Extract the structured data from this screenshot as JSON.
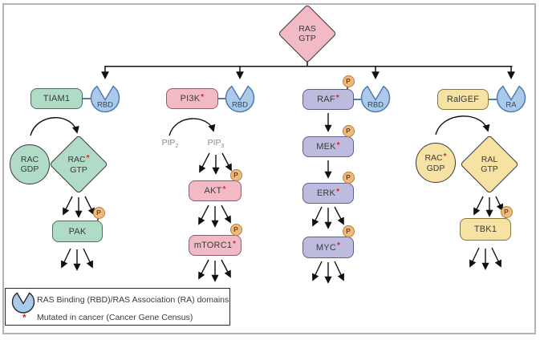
{
  "palette": {
    "pink_fill": "#f2bac5",
    "pink_border": "#8a5f6b",
    "teal_fill": "#b0dbc7",
    "teal_border": "#45705f",
    "purple_fill": "#bdbcdf",
    "purple_border": "#5f5e91",
    "yellow_fill": "#f6e3a4",
    "yellow_border": "#877634",
    "domain_fill": "#abcaea",
    "domain_border": "#4c7db3",
    "phospho_fill": "#f0b97e",
    "phospho_border": "#b7803c",
    "mutation_mark": "#cc2b2b",
    "line": "#111111",
    "gray_text": "#8a8a8a"
  },
  "phospho_label": "P",
  "root": {
    "line1": "RAS",
    "line2": "GTP"
  },
  "branches": [
    {
      "gef": {
        "label": "TIAM1"
      },
      "domain": {
        "label": "RBD"
      },
      "gdp": {
        "line1": "RAC",
        "line2": "GDP"
      },
      "gtp": {
        "line1": "RAC",
        "mark": "*",
        "line2": "GTP"
      },
      "eff1": {
        "label": "PAK"
      }
    },
    {
      "gef": {
        "label": "PI3K",
        "mark": "*"
      },
      "domain": {
        "label": "RBD"
      },
      "pip2": {
        "base": "PIP",
        "sub": "2"
      },
      "pip3": {
        "base": "PIP",
        "sub": "3"
      },
      "eff1": {
        "label": "AKT",
        "mark": "*"
      },
      "eff2": {
        "label": "mTORC1",
        "mark": "*"
      }
    },
    {
      "gef": {
        "label": "RAF",
        "mark": "*"
      },
      "domain": {
        "label": "RBD"
      },
      "eff1": {
        "label": "MEK",
        "mark": "*"
      },
      "eff2": {
        "label": "ERK",
        "mark": "*"
      },
      "eff3": {
        "label": "MYC",
        "mark": "*"
      }
    },
    {
      "gef": {
        "label": "RalGEF"
      },
      "domain": {
        "label": "RA"
      },
      "gdp": {
        "line1": "RAC",
        "mark": "*",
        "line2": "GDP"
      },
      "gtp": {
        "line1": "RAL",
        "line2": "GTP"
      },
      "eff1": {
        "label": "TBK1"
      }
    }
  ],
  "legend": {
    "row1": "RAS Binding (RBD)/RAS Association (RA) domains",
    "asterisk": "*",
    "row2": "Mutated in cancer (Cancer Gene Census)"
  }
}
